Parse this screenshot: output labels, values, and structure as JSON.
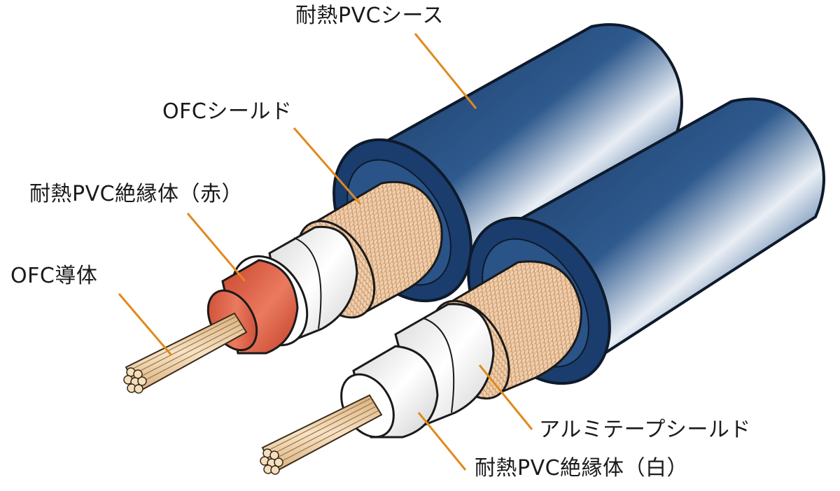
{
  "labels": {
    "jacket": "耐熱PVCシース",
    "ofc_shield": "OFCシールド",
    "insulation_red": "耐熱PVC絶縁体（赤）",
    "conductor": "OFC導体",
    "aluminum_shield": "アルミテープシールド",
    "insulation_white": "耐熱PVC絶縁体（白）"
  },
  "colors": {
    "leader_line": "#e08a1e",
    "jacket_blue": "#1d3f72",
    "insulation_red": "#d9553b",
    "braid_copper": "#e2b48a",
    "conductor_gold": "#e6c79a"
  }
}
